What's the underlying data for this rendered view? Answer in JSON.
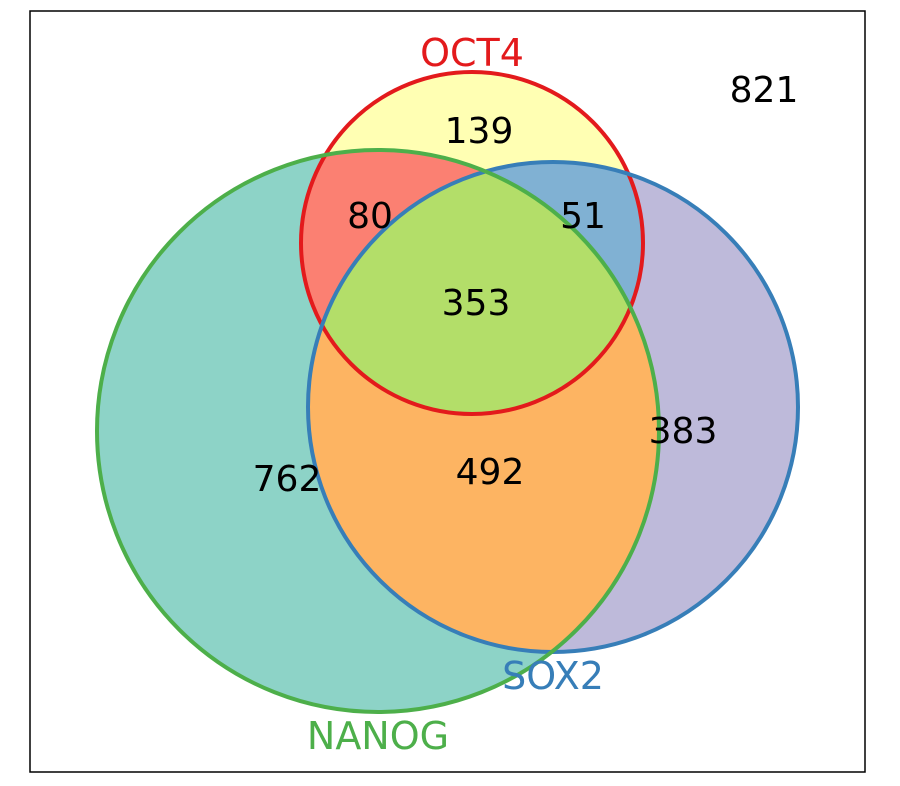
{
  "sets": {
    "oct4": {
      "name": "OCT4",
      "color": "#e31a1c"
    },
    "nanog": {
      "name": "NANOG",
      "color": "#4daf4a"
    },
    "sox2": {
      "name": "SOX2",
      "color": "#377eb8"
    }
  },
  "regions": {
    "oct4_only": {
      "count": "139",
      "fill": "#ffffb3"
    },
    "nanog_only": {
      "count": "762",
      "fill": "#8dd3c7"
    },
    "sox2_only": {
      "count": "383",
      "fill": "#bebada"
    },
    "oct4_nanog": {
      "count": "80",
      "fill": "#fb8072"
    },
    "oct4_sox2": {
      "count": "51",
      "fill": "#80b1d3"
    },
    "nanog_sox2": {
      "count": "492",
      "fill": "#fdb462"
    },
    "all_three": {
      "count": "353",
      "fill": "#b3de69"
    },
    "outside": {
      "count": "821"
    }
  }
}
